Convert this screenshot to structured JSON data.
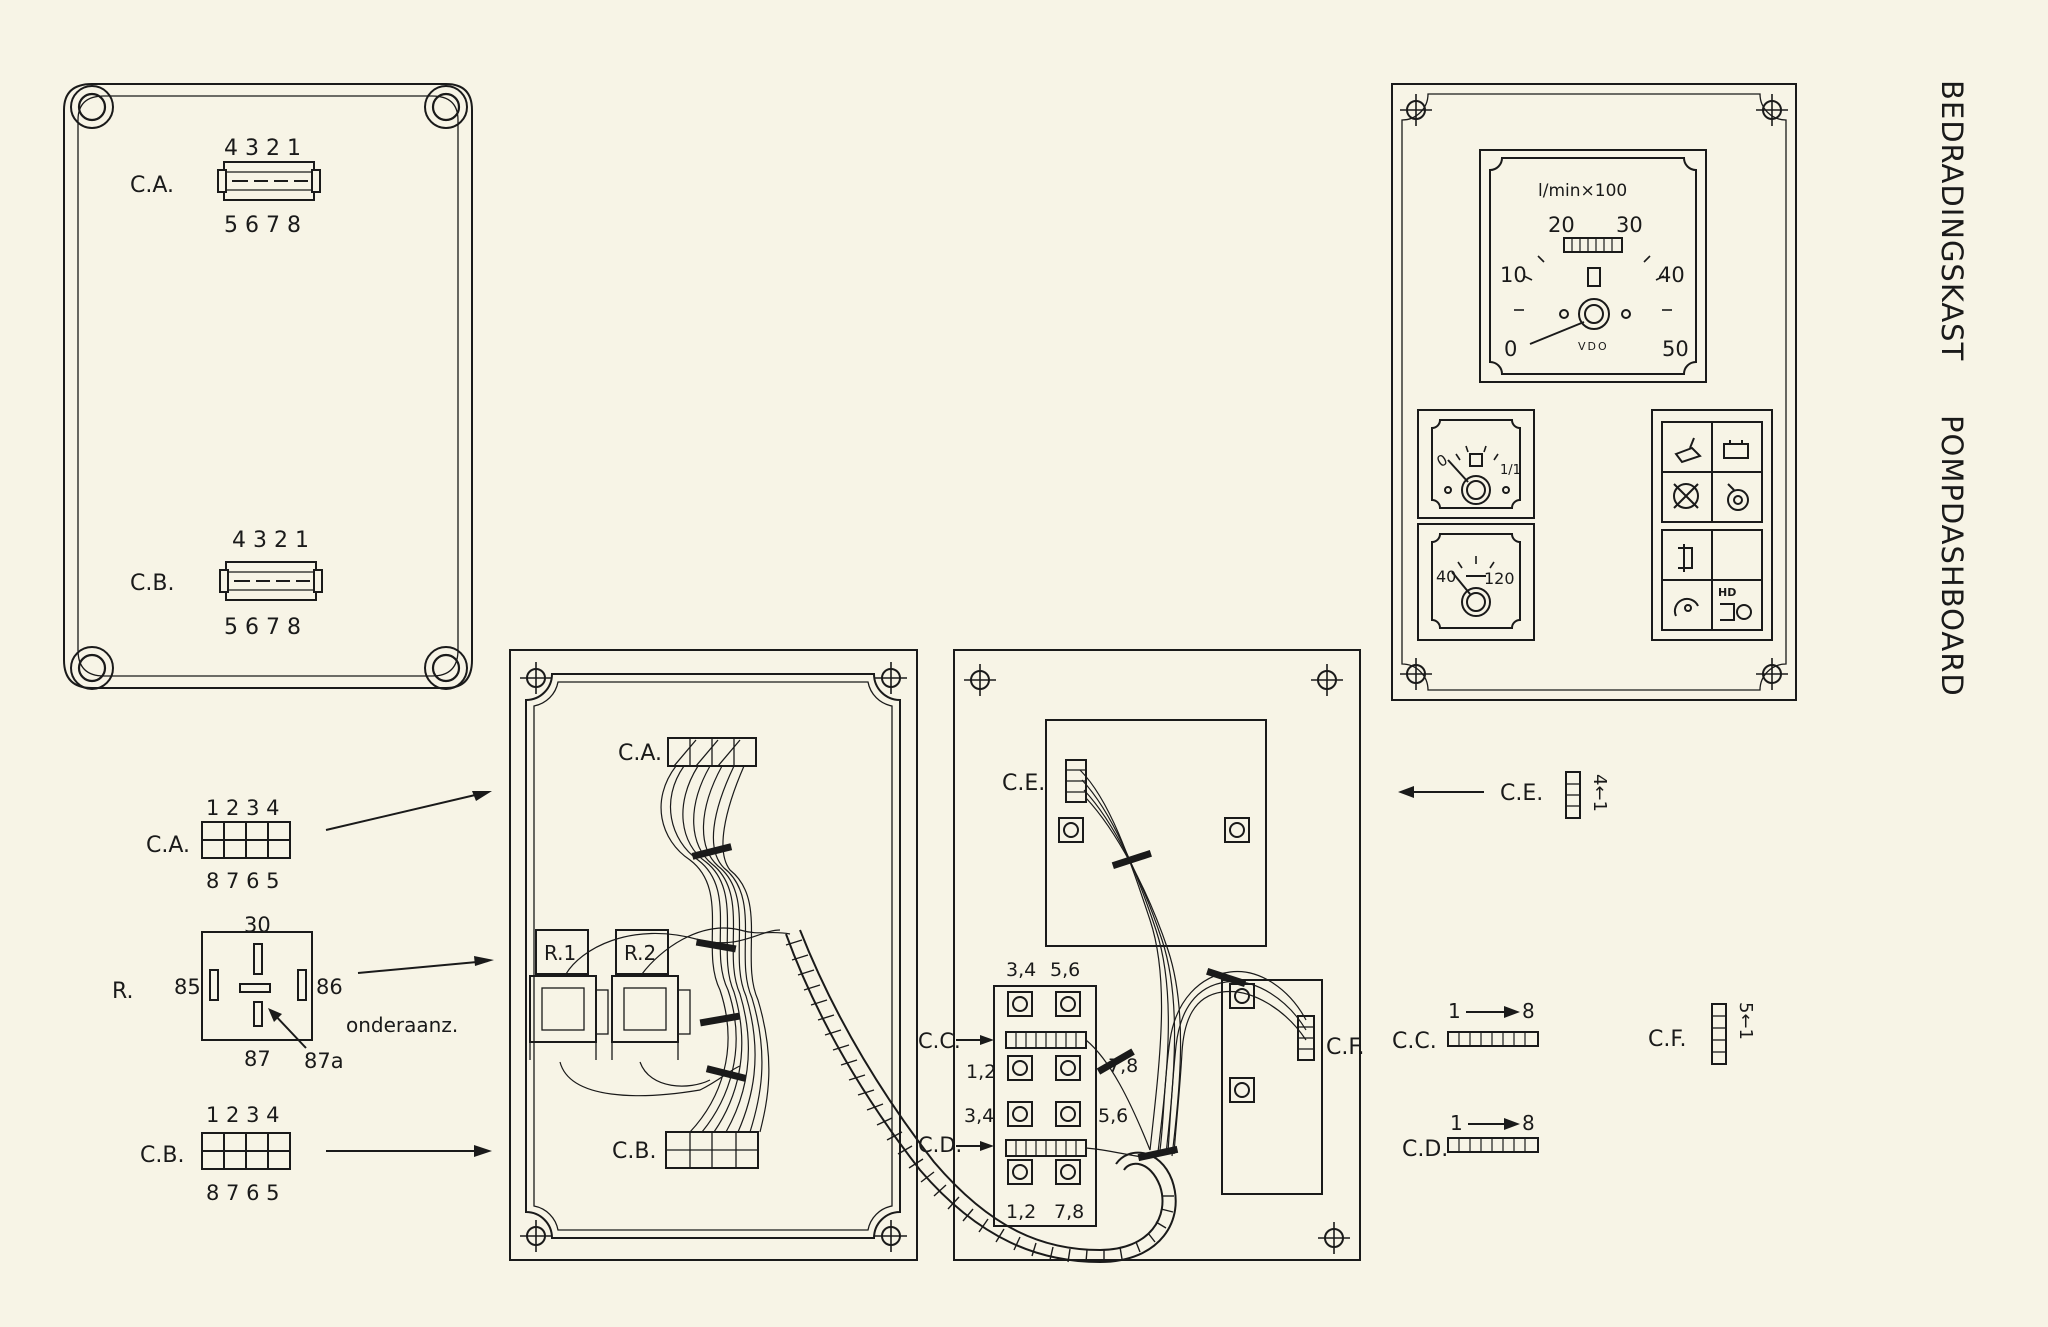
{
  "title": {
    "line1": "BEDRADINGSKAST",
    "line2": "POMPDASHBOARD"
  },
  "top_box": {
    "ca": {
      "label": "C.A.",
      "top_pins": "4 3 2 1",
      "bottom_pins": "5 6 7 8"
    },
    "cb": {
      "label": "C.B.",
      "top_pins": "4 3 2 1",
      "bottom_pins": "5 6 7 8"
    }
  },
  "legend": {
    "ca": {
      "label": "C.A.",
      "top_pins": "1 2 3 4",
      "bottom_pins": "8 7 6 5"
    },
    "relay": {
      "label": "R.",
      "pin_30": "30",
      "pin_85": "85",
      "pin_86": "86",
      "pin_87": "87",
      "pin_87a": "87a",
      "note": "onderaanz."
    },
    "cb": {
      "label": "C.B.",
      "top_pins": "1 2 3 4",
      "bottom_pins": "8 7 6 5"
    }
  },
  "box_open": {
    "ca_label": "C.A.",
    "cb_label": "C.B.",
    "relay1": "R.1",
    "relay2": "R.2"
  },
  "lid_inside": {
    "ce_label": "C.E.",
    "cc_label": "C.C.",
    "cd_label": "C.D.",
    "cf_label": "C.F.",
    "pin_34_top": "3,4",
    "pin_56_top": "5,6",
    "pin_12_mid": "1,2",
    "pin_78_mid": "7,8",
    "pin_34_low": "3,4",
    "pin_56_low": "5,6",
    "pin_12_bot": "1,2",
    "pin_78_bot": "7,8"
  },
  "dashboard": {
    "gauge_unit": "l/min×100",
    "scale": [
      "0",
      "10",
      "20",
      "30",
      "40",
      "50"
    ],
    "brand": "VDO",
    "fuel_empty": "0",
    "fuel_full": "1/1",
    "temp_min": "40",
    "temp_max": "120",
    "hd_symbol": "HD"
  },
  "connector_keys": {
    "ce": {
      "label": "C.E.",
      "range": "4←1"
    },
    "cc": {
      "label": "C.C.",
      "from": "1",
      "to": "8"
    },
    "cd": {
      "label": "C.D.",
      "from": "1",
      "to": "8"
    },
    "cf": {
      "label": "C.F.",
      "range": "5←1"
    }
  },
  "colors": {
    "paper": "#f7f4e6",
    "ink": "#1a1a1a"
  }
}
